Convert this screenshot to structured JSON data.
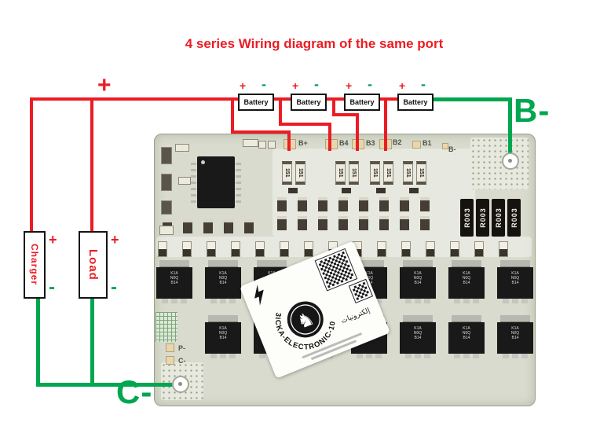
{
  "title": "4 series Wiring diagram of the same port",
  "colors": {
    "wire_red": "#ec1c24",
    "wire_green": "#00a650",
    "board": "#d8dbcd"
  },
  "wiring": {
    "bus_plus_label": "+",
    "b_minus_label": "B-",
    "c_minus_label": "C-"
  },
  "charger": {
    "label": "Charger",
    "plus": "+",
    "minus": "-"
  },
  "load": {
    "label": "Load",
    "plus": "+",
    "minus": "-"
  },
  "batteries": [
    {
      "label": "Battery",
      "plus": "+",
      "minus": "-"
    },
    {
      "label": "Battery",
      "plus": "+",
      "minus": "-"
    },
    {
      "label": "Battery",
      "plus": "+",
      "minus": "-"
    },
    {
      "label": "Battery",
      "plus": "+",
      "minus": "-"
    }
  ],
  "board": {
    "pad_labels": [
      "B+",
      "B4",
      "B3",
      "B2",
      "B1",
      "B-"
    ],
    "corner_labels": {
      "p_minus": "P-",
      "c_minus": "C-"
    },
    "shunt_resistors": [
      "R003",
      "R003",
      "R003",
      "R003"
    ],
    "smd_resistor_label": "151",
    "mosfet_marking": {
      "line1": "K1A",
      "line2": "N0Q",
      "line3": "B14"
    },
    "sticker": {
      "brand_arc": "3ICKA-ELECTRONIC-10",
      "arabic_text": "إلكترونيات",
      "emblem_glyph": "♞"
    }
  }
}
